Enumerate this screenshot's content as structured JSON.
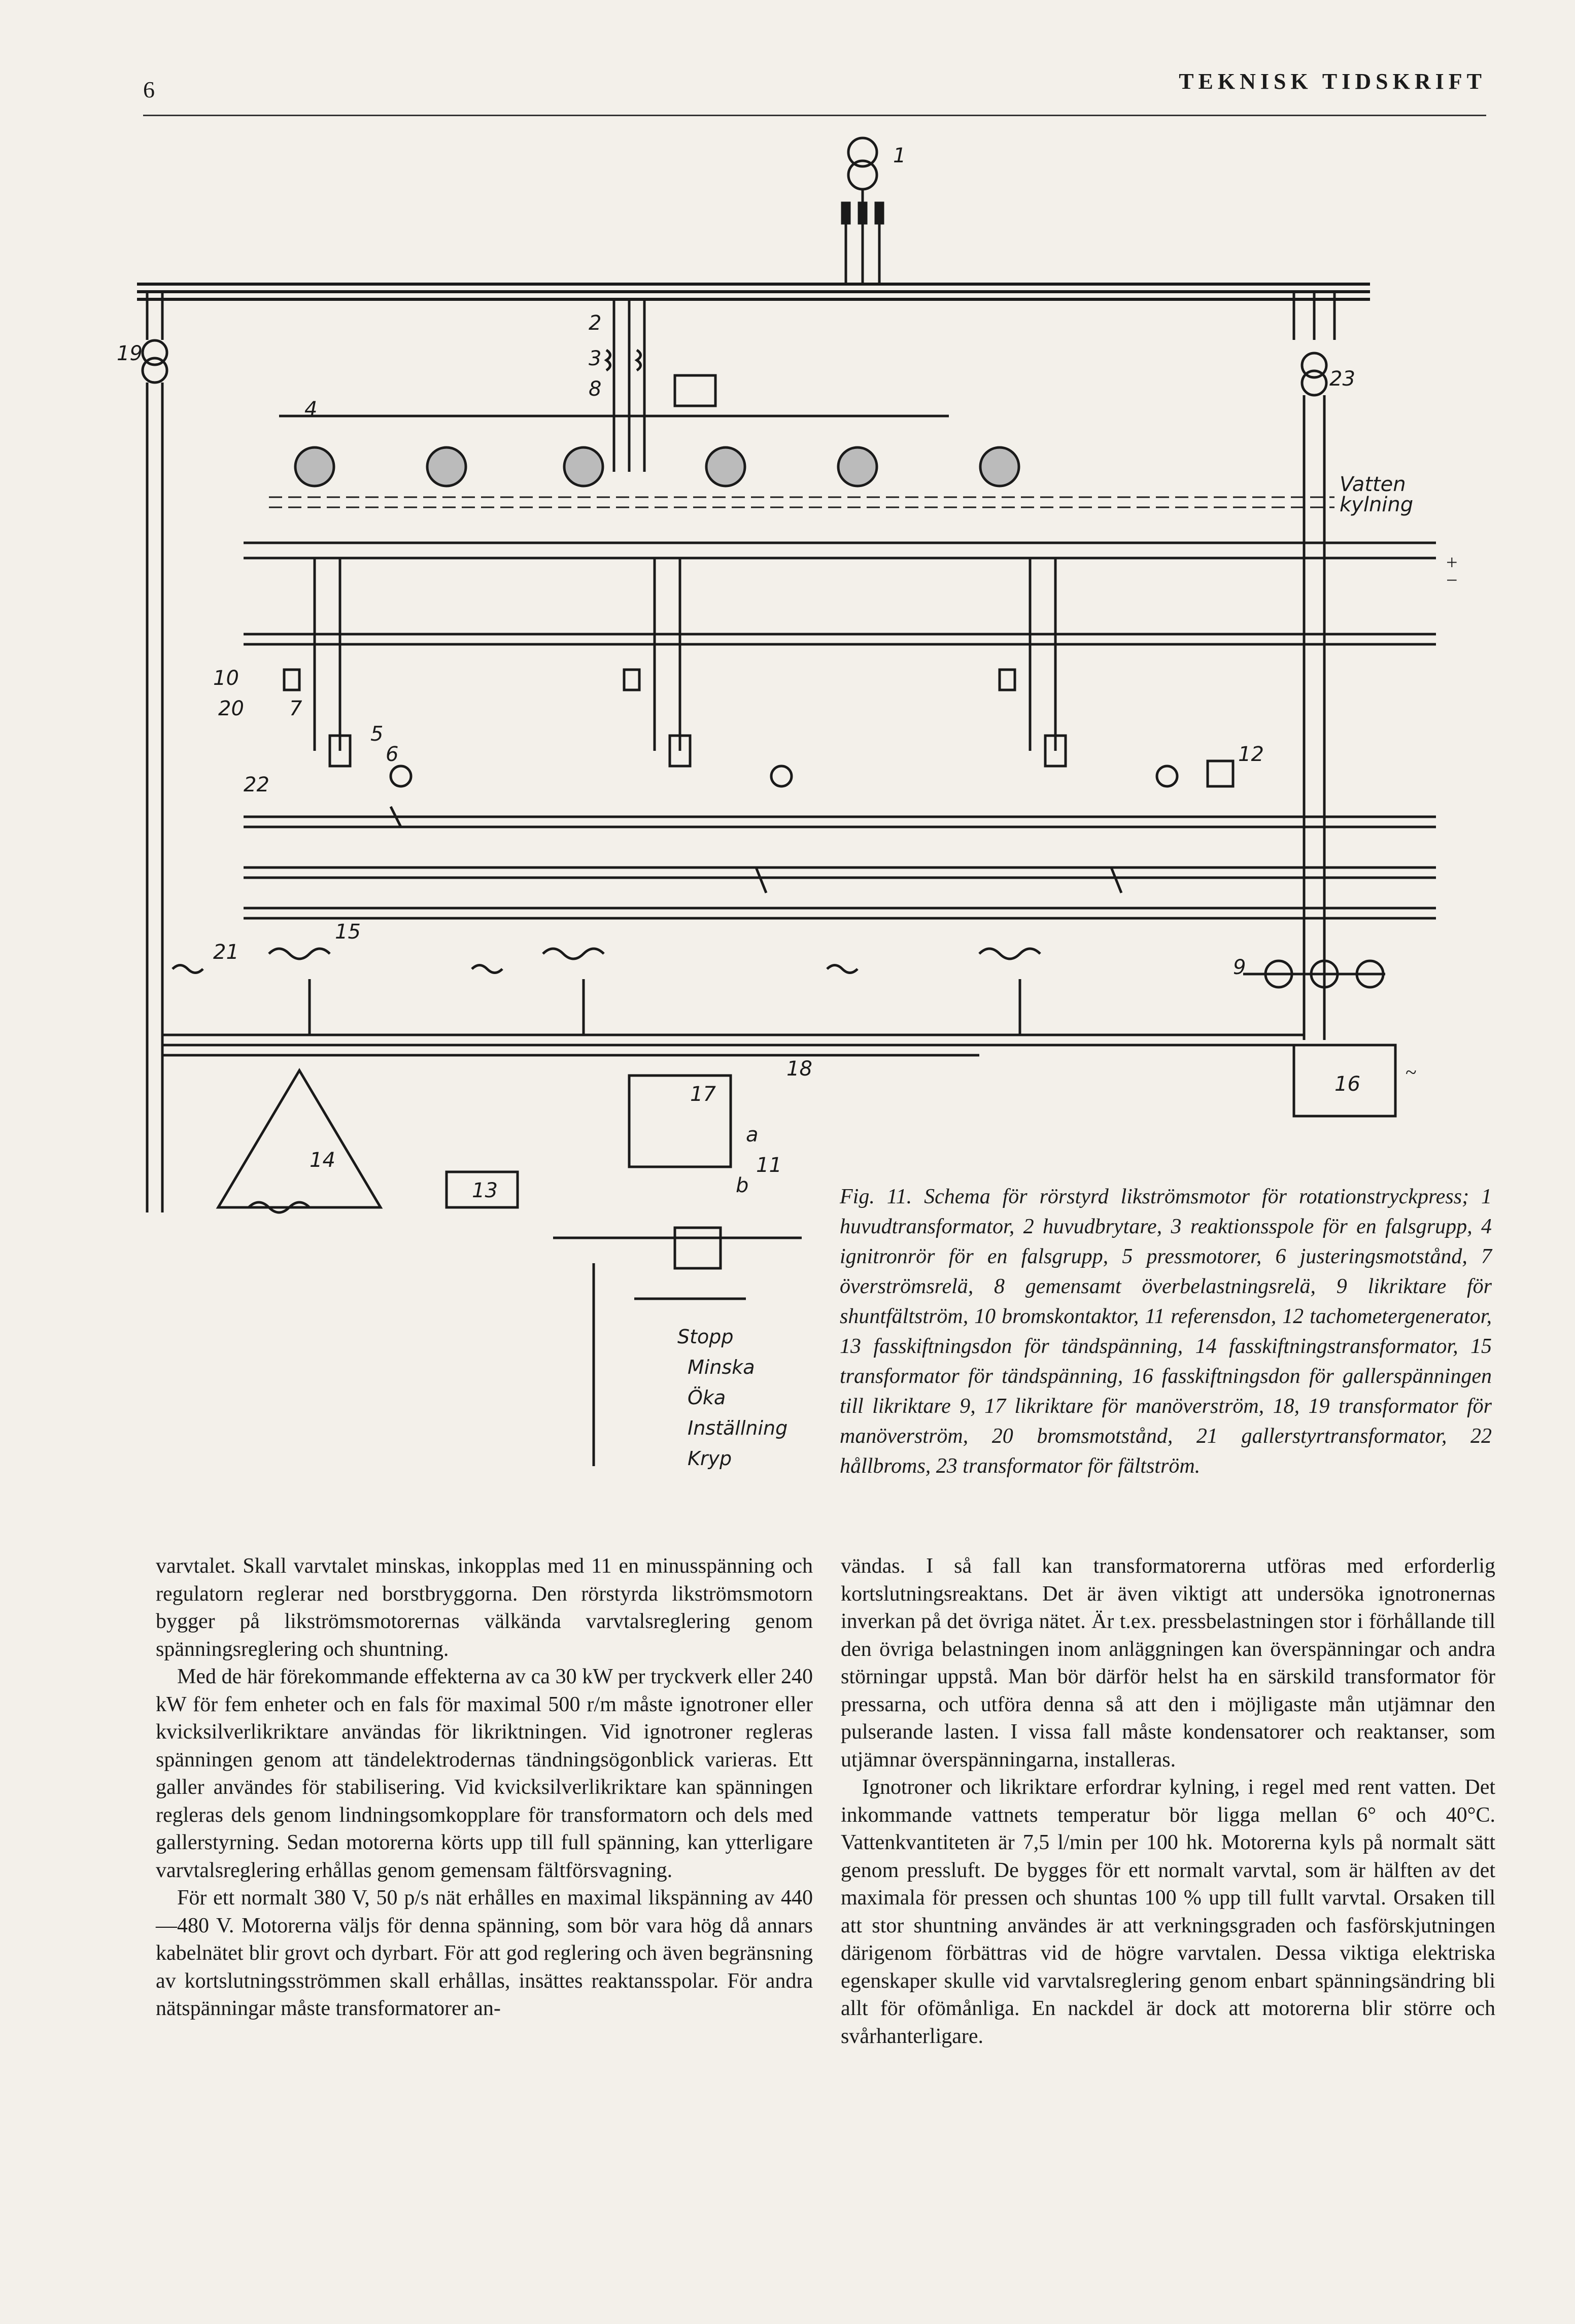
{
  "header": {
    "page_number": "6",
    "journal_title": "TEKNISK TIDSKRIFT"
  },
  "diagram": {
    "component_labels": [
      "1",
      "2",
      "3",
      "4",
      "8",
      "10",
      "20",
      "7",
      "5",
      "6",
      "22",
      "12",
      "15",
      "21",
      "9",
      "16",
      "18",
      "17",
      "a",
      "b",
      "11",
      "13",
      "14",
      "19",
      "23"
    ],
    "annotations": {
      "water_cooling_1": "Vatten",
      "water_cooling_2": "kylning",
      "plus": "+",
      "minus": "−",
      "tilde": "~"
    },
    "controls": [
      "Stopp",
      "Minska",
      "Öka",
      "Inställning",
      "Kryp"
    ]
  },
  "caption": {
    "label": "Fig. 11.",
    "text": "Schema för rörstyrd likströmsmotor för rotationstryckpress; 1 huvudtransformator, 2 huvudbrytare, 3 reaktionsspole för en falsgrupp, 4 ignitronrör för en falsgrupp, 5 pressmotorer, 6 justeringsmotstånd, 7 överströmsrelä, 8 gemensamt överbelastningsrelä, 9 likriktare för shuntfältström, 10 bromskontaktor, 11 referensdon, 12 tachometergenerator, 13 fasskiftningsdon för tändspänning, 14 fasskiftningstransformator, 15 transformator för tändspänning, 16 fasskiftningsdon för gallerspänningen till likriktare 9, 17 likriktare för manöverström, 18, 19 transformator för manöverström, 20 bromsmotstånd, 21 gallerstyrtransformator, 22 hållbroms, 23 transformator för fältström."
  },
  "body": {
    "left_column": [
      {
        "text": "varvtalet. Skall varvtalet minskas, inkopplas med 11 en minusspänning och regulatorn reglerar ned borstbryggorna. Den rörstyrda likströmsmotorn bygger på likströmsmotorernas välkända varvtalsreglering genom spänningsreglering och shuntning."
      },
      {
        "text": "Med de här förekommande effekterna av ca 30 kW per tryckverk eller 240 kW för fem enheter och en fals för maximal 500 r/m måste ignotroner eller kvicksilverlikriktare användas för likriktningen. Vid ignotroner regleras spänningen genom att tändelektrodernas tändningsögonblick varieras. Ett galler användes för stabilisering. Vid kvicksilverlikriktare kan spänningen regleras dels genom lindningsomkopplare för transformatorn och dels med gallerstyrning. Sedan motorerna körts upp till full spänning, kan ytterligare varvtalsreglering erhållas genom gemensam fältförsvagning."
      },
      {
        "text": "För ett normalt 380 V, 50 p/s nät erhålles en maximal likspänning av 440—480 V. Motorerna väljs för denna spänning, som bör vara hög då annars kabelnätet blir grovt och dyrbart. För att god reglering och även begränsning av kortslutningsströmmen skall erhållas, insättes reaktansspolar. För andra nätspänningar måste transformatorer an-"
      }
    ],
    "right_column": [
      {
        "text": "vändas. I så fall kan transformatorerna utföras med erforderlig kortslutningsreaktans. Det är även viktigt att undersöka ignotronernas inverkan på det övriga nätet. Är t.ex. pressbelastningen stor i förhållande till den övriga belastningen inom anläggningen kan överspänningar och andra störningar uppstå. Man bör därför helst ha en särskild transformator för pressarna, och utföra denna så att den i möjligaste mån utjämnar den pulserande lasten. I vissa fall måste kondensatorer och reaktanser, som utjämnar överspänningarna, installeras."
      },
      {
        "text": "Ignotroner och likriktare erfordrar kylning, i regel med rent vatten. Det inkommande vattnets temperatur bör ligga mellan 6° och 40°C. Vattenkvantiteten är 7,5 l/min per 100 hk. Motorerna kyls på normalt sätt genom pressluft. De bygges för ett normalt varvtal, som är hälften av det maximala för pressen och shuntas 100 % upp till fullt varvtal. Orsaken till att stor shuntning användes är att verkningsgraden och fasförskjutningen därigenom förbättras vid de högre varvtalen. Dessa viktiga elektriska egenskaper skulle vid varvtalsreglering genom enbart spänningsändring bli allt för ofömånliga. En nackdel är dock att motorerna blir större och svårhanterligare."
      }
    ]
  }
}
